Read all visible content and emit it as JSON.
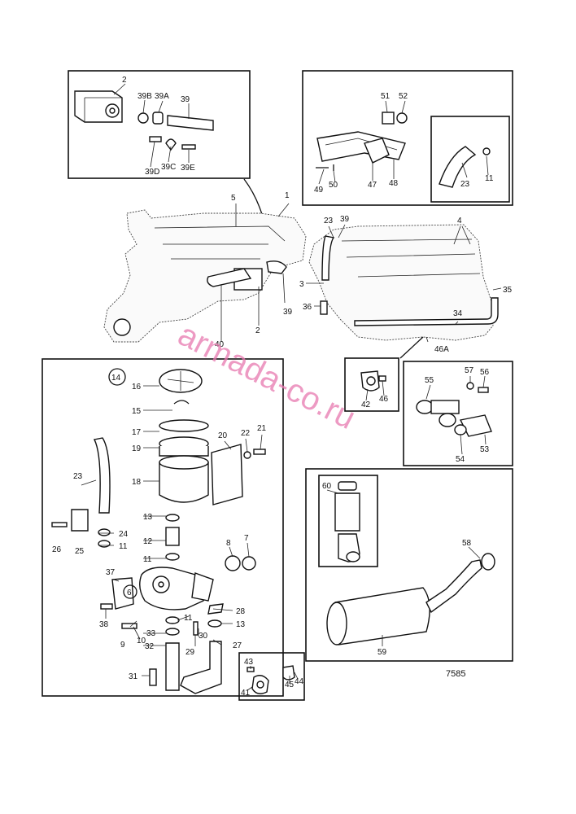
{
  "figure_number": "7585",
  "watermark": "armada-co.ru",
  "callouts": {
    "c1": "1",
    "c2a": "2",
    "c2b": "2",
    "c3": "3",
    "c4": "4",
    "c5": "5",
    "c6": "6",
    "c7": "7",
    "c8": "8",
    "c9": "9",
    "c10": "10",
    "c11a": "11",
    "c11b": "11",
    "c11c": "11",
    "c11d": "11",
    "c12": "12",
    "c13a": "13",
    "c13b": "13",
    "c14": "14",
    "c15": "15",
    "c16": "16",
    "c17": "17",
    "c18": "18",
    "c19": "19",
    "c20": "20",
    "c21": "21",
    "c22": "22",
    "c23a": "23",
    "c23b": "23",
    "c23c": "23",
    "c24": "24",
    "c25": "25",
    "c26": "26",
    "c27": "27",
    "c28": "28",
    "c29": "29",
    "c30": "30",
    "c31": "31",
    "c32": "32",
    "c33": "33",
    "c34": "34",
    "c35": "35",
    "c36": "36",
    "c37": "37",
    "c38": "38",
    "c39a": "39",
    "c39b": "39",
    "c39c": "39",
    "c39A": "39A",
    "c39B": "39B",
    "c39C": "39C",
    "c39D": "39D",
    "c39E": "39E",
    "c40": "40",
    "c41": "41",
    "c42": "42",
    "c43": "43",
    "c44": "44",
    "c45": "45",
    "c46": "46",
    "c46A": "46A",
    "c47": "47",
    "c48": "48",
    "c49": "49",
    "c50": "50",
    "c51": "51",
    "c52": "52",
    "c53": "53",
    "c54": "54",
    "c55": "55",
    "c56": "56",
    "c57": "57",
    "c58": "58",
    "c59": "59",
    "c60": "60"
  }
}
